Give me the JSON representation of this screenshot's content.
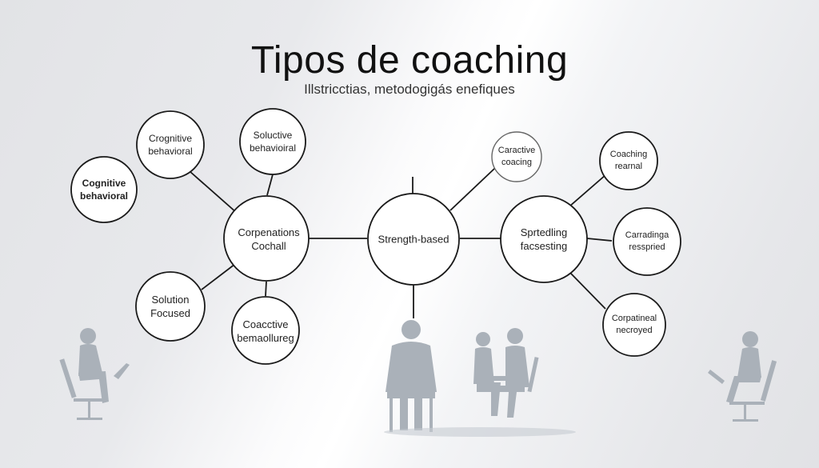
{
  "title": "Tipos de coaching",
  "subtitle": "Illstricctias, metodogigás enefiques",
  "diagram": {
    "nodes": {
      "cognitive_left": [
        "Cognitive",
        "behavioral"
      ],
      "crognitive": [
        "Crognitive",
        "behavioral"
      ],
      "soluctive": [
        "Soluctive",
        "behavioiral"
      ],
      "corpenations": [
        "Corpenations",
        "Cochall"
      ],
      "solution_focused": [
        "Solution",
        "Focused"
      ],
      "coactive_bottom": [
        "Coacctive",
        "bemaollureg"
      ],
      "strength": [
        "Strength-based"
      ],
      "caractive": [
        "Caractive",
        "coacing"
      ],
      "sprtedling": [
        "Sprtedling",
        "facsesting"
      ],
      "coaching_rearnal": [
        "Coaching",
        "rearnal"
      ],
      "carradinga": [
        "Carradinga",
        "resspried"
      ],
      "corpatineal": [
        "Corpatineal",
        "necroyed"
      ]
    }
  },
  "colors": {
    "node_stroke": "#1a1a1a",
    "node_fill": "#ffffff",
    "figure": "#a9b0b8"
  }
}
